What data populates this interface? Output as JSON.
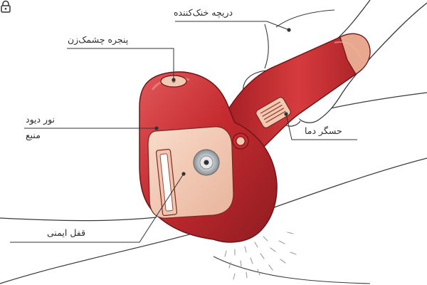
{
  "labels": {
    "cooling_vent": "دریچه خنک‌کننده",
    "flash_window": "پنجره چشمک‌زن",
    "diode_light": "نور دیود",
    "source": "منبع",
    "temperature_sensor": "حسگر دما",
    "safety_lock": "قفل ایمنی"
  },
  "icons": {
    "lock": "lock-icon"
  },
  "colors": {
    "device_body": "#c42a2f",
    "device_highlight": "#e0585a",
    "device_shadow": "#8e1c20",
    "panel": "#f4c9b3",
    "outline": "#3a3a3a",
    "label_text": "#2e2e2e"
  }
}
